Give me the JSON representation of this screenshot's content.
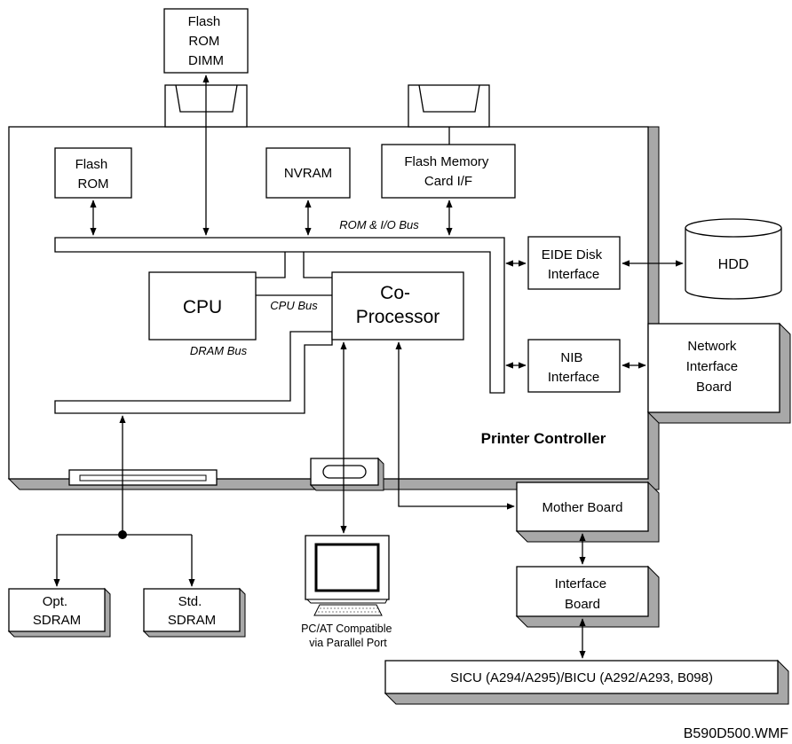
{
  "components": {
    "flash_rom_dimm": [
      "Flash",
      "ROM",
      "DIMM"
    ],
    "flash_rom": [
      "Flash",
      "ROM"
    ],
    "nvram": "NVRAM",
    "flash_card_if": [
      "Flash Memory",
      "Card I/F"
    ],
    "cpu": "CPU",
    "coprocessor": [
      "Co-",
      "Processor"
    ],
    "eide": [
      "EIDE Disk",
      "Interface"
    ],
    "hdd": "HDD",
    "nib": [
      "NIB",
      "Interface"
    ],
    "network_board": [
      "Network",
      "Interface",
      "Board"
    ],
    "mother_board": "Mother Board",
    "interface_board": [
      "Interface",
      "Board"
    ],
    "opt_sdram": [
      "Opt.",
      "SDRAM"
    ],
    "std_sdram": [
      "Std.",
      "SDRAM"
    ],
    "sicu": "SICU (A294/A295)/BICU (A292/A293, B098)",
    "pc": [
      "PC/AT Compatible",
      "via Parallel Port"
    ]
  },
  "buses": {
    "rom_io": "ROM & I/O Bus",
    "cpu": "CPU Bus",
    "dram": "DRAM Bus"
  },
  "board_title": "Printer Controller",
  "figure_code": "B590D500.WMF"
}
